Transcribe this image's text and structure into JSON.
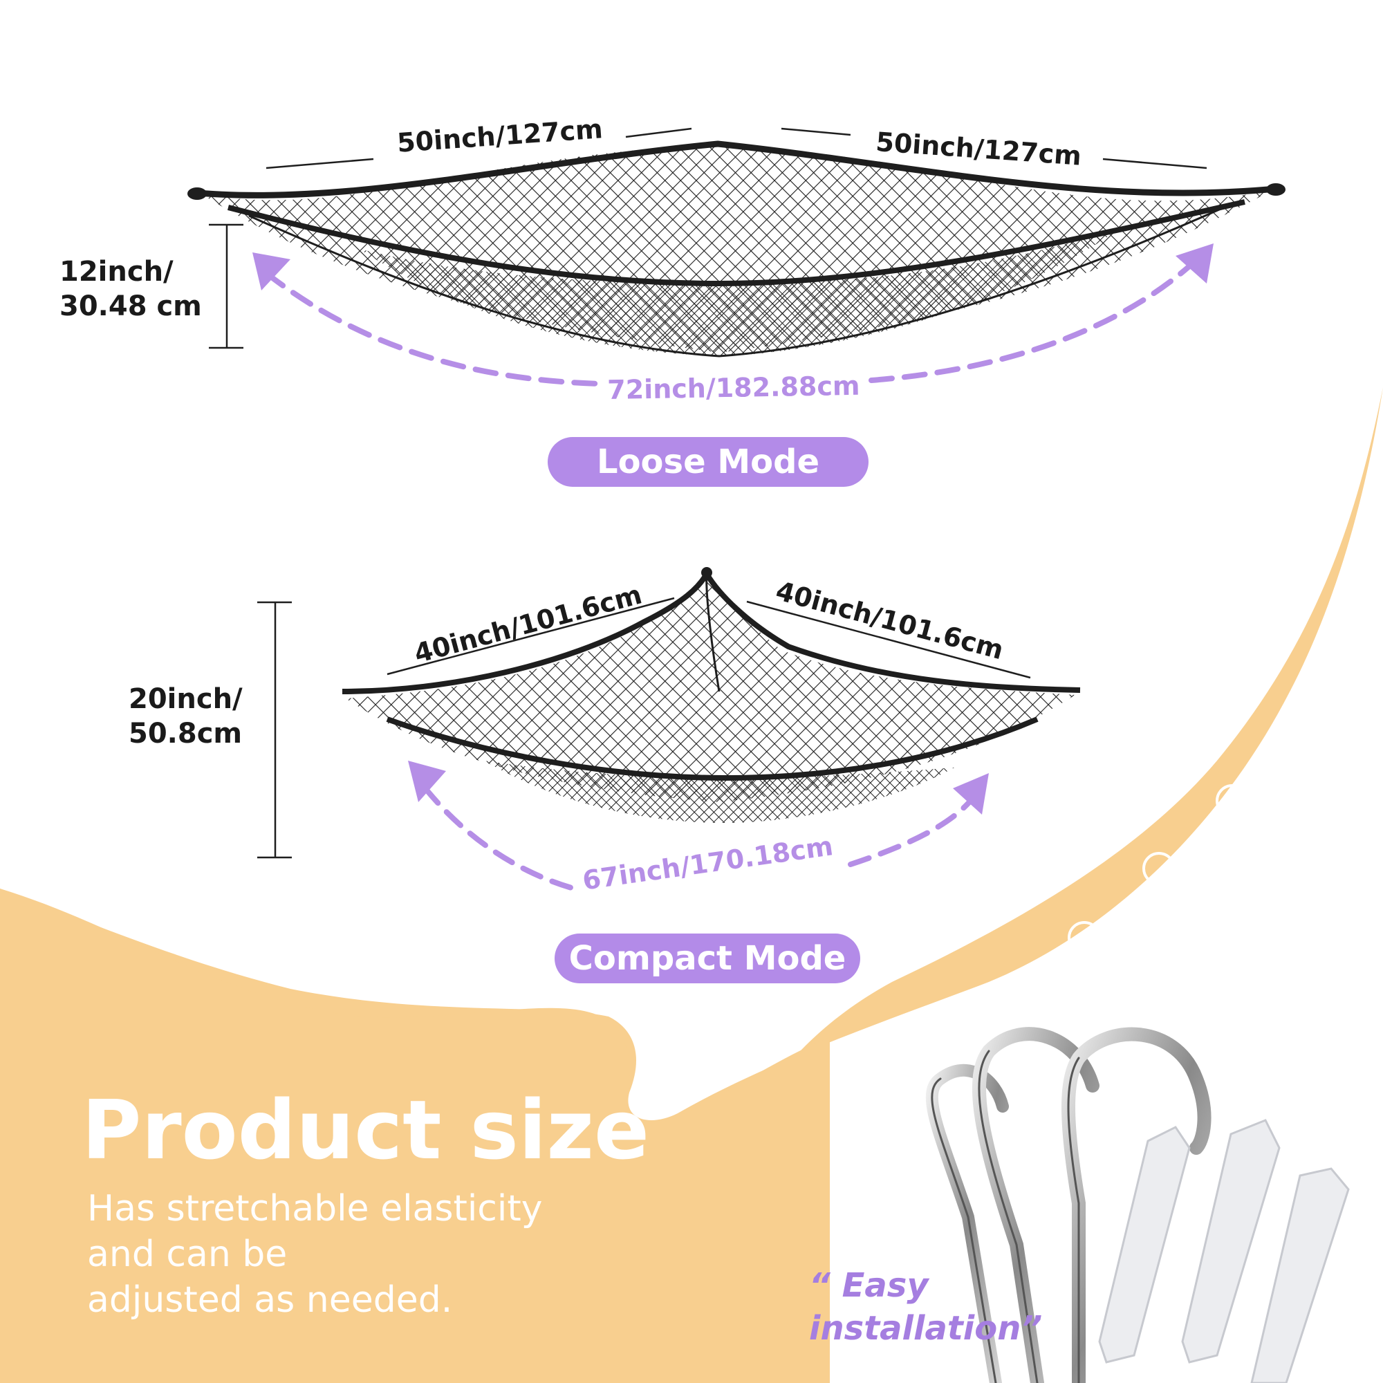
{
  "loose": {
    "left_width": "50inch/127cm",
    "right_width": "50inch/127cm",
    "depth_line1": "12inch/",
    "depth_line2": "30.48 cm",
    "span": "72inch/182.88cm",
    "mode_label": "Loose Mode"
  },
  "compact": {
    "left_width": "40inch/101.6cm",
    "right_width": "40inch/101.6cm",
    "depth_line1": "20inch/",
    "depth_line2": "50.8cm",
    "span": "67inch/170.18cm",
    "mode_label": "Compact Mode"
  },
  "footer": {
    "title": "Product size",
    "description_lines": [
      "Has stretchable elasticity",
      "and can be",
      "adjusted as needed."
    ]
  },
  "install": {
    "line1": "“ Easy",
    "line2": "installation”"
  },
  "colors": {
    "accent_purple": "#b38be8",
    "peach": "#f8cf8f",
    "net": "#1e1e1e"
  },
  "icons": [
    "net-hammock-icon",
    "hook-icon",
    "wall-anchor-icon",
    "circle-dot-icon"
  ]
}
